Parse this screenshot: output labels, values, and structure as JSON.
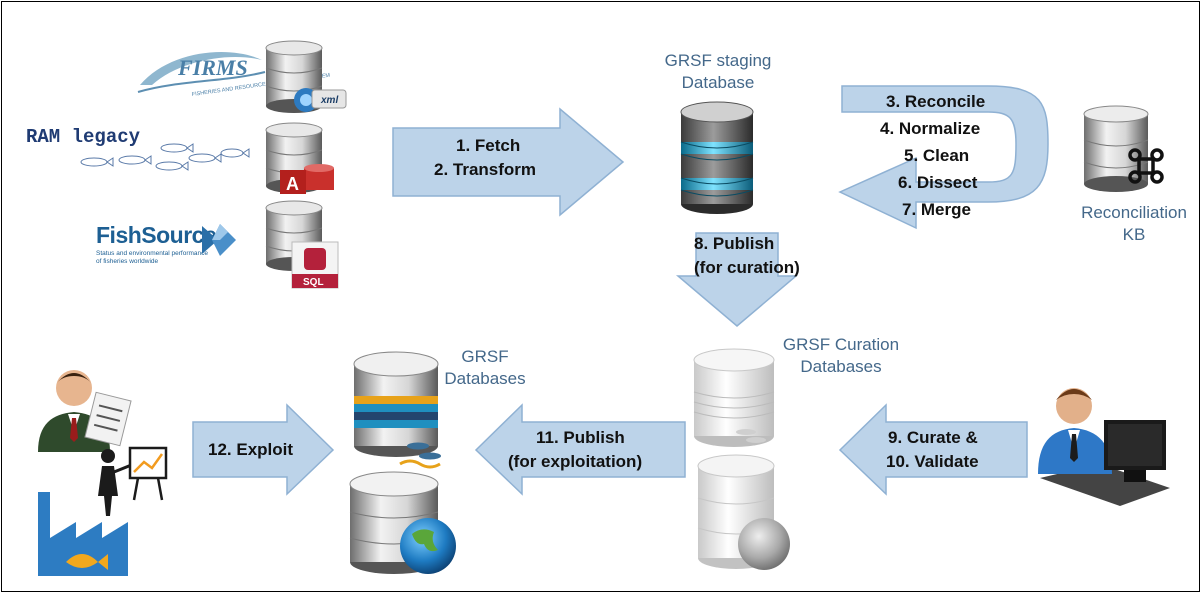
{
  "sources": {
    "firms": {
      "logo": "FIRMS",
      "tagline": "FISHERIES AND RESOURCES MONITORING SYSTEM",
      "file_tag": "xml"
    },
    "ram": {
      "logo": "RAM legacy",
      "file_tag": "A"
    },
    "fishsource": {
      "logo": "FishSource",
      "tagline": "Status and environmental performance of fisheries worldwide",
      "file_tag": "SQL"
    }
  },
  "steps": {
    "fetch": [
      "1. Fetch",
      "2. Transform"
    ],
    "reconcile": [
      "3. Reconcile",
      "4. Normalize",
      "5. Clean",
      "6. Dissect",
      "7. Merge"
    ],
    "publish_curation": [
      "8. Publish",
      "(for curation)"
    ],
    "curate": [
      "9. Curate &",
      "10. Validate"
    ],
    "publish_exploit": [
      "11. Publish",
      "(for exploitation)"
    ],
    "exploit": "12. Exploit"
  },
  "databases": {
    "staging": [
      "GRSF staging",
      "Database"
    ],
    "reconciliation": [
      "Reconciliation",
      "KB"
    ],
    "curation": [
      "GRSF Curation",
      "Databases"
    ],
    "grsf": [
      "GRSF",
      "Databases"
    ]
  },
  "colors": {
    "arrow_fill": "#bcd3e9",
    "arrow_stroke": "#8fb1d3",
    "label_blue": "#44688a",
    "cyan_ring": "#2ab4d8"
  }
}
